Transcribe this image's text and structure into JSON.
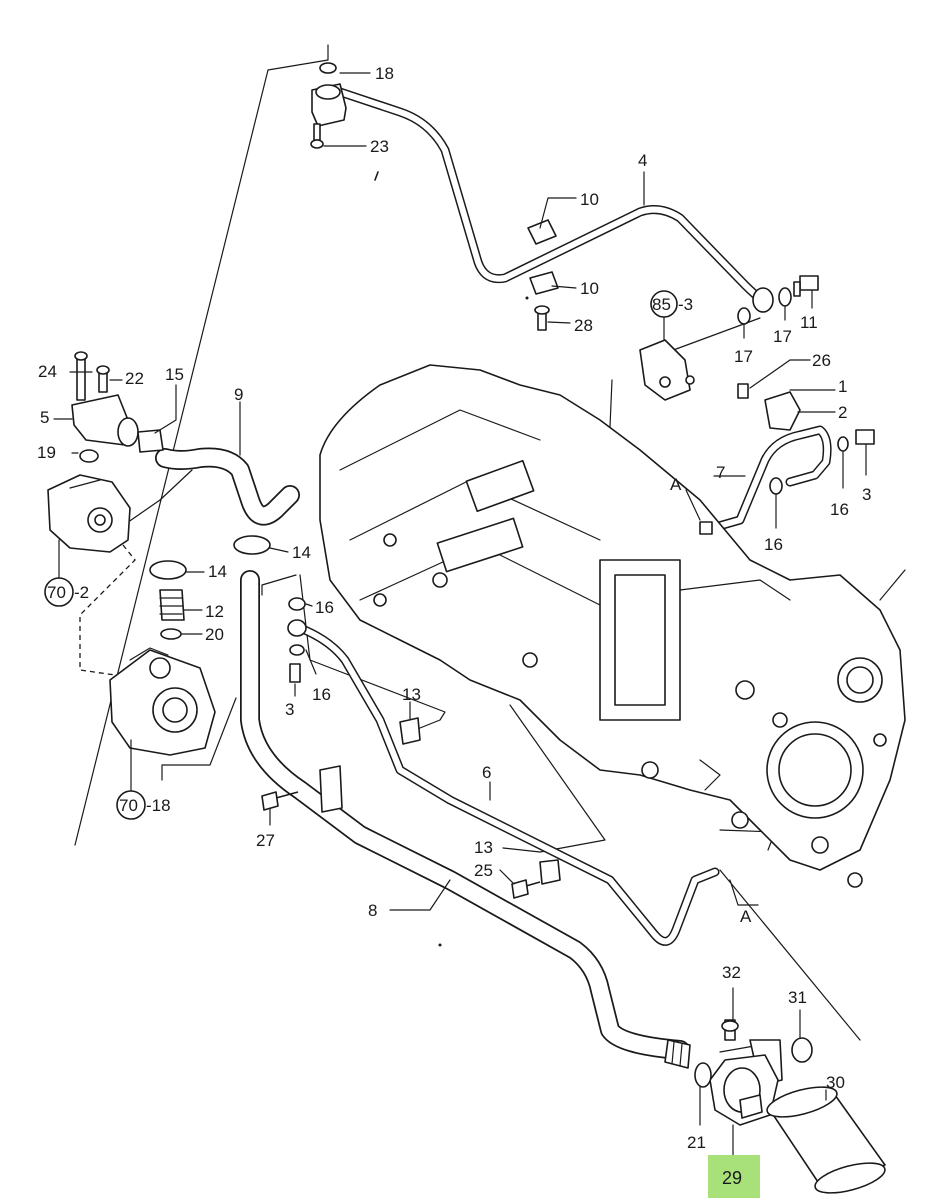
{
  "callouts": {
    "c1": "1",
    "c2": "2",
    "c3a": "3",
    "c3b": "3",
    "c4": "4",
    "c5": "5",
    "c6": "6",
    "c7": "7",
    "c8": "8",
    "c9": "9",
    "c10a": "10",
    "c10b": "10",
    "c11": "11",
    "c12": "12",
    "c13a": "13",
    "c13b": "13",
    "c14a": "14",
    "c14b": "14",
    "c15": "15",
    "c16a": "16",
    "c16b": "16",
    "c16c": "16",
    "c16d": "16",
    "c17a": "17",
    "c17b": "17",
    "c18": "18",
    "c19": "19",
    "c20": "20",
    "c21": "21",
    "c22": "22",
    "c23": "23",
    "c24": "24",
    "c25": "25",
    "c26": "26",
    "c27": "27",
    "c28": "28",
    "c30": "30",
    "c31": "31",
    "c32": "32",
    "refA1": "A",
    "refA2": "A"
  },
  "ref_circles": {
    "r85": {
      "num": "85",
      "suffix": "-3"
    },
    "r70a": {
      "num": "70",
      "suffix": "-2"
    },
    "r70b": {
      "num": "70",
      "suffix": "-18"
    }
  },
  "highlight": {
    "label": "29",
    "color": "#a8e07a"
  }
}
